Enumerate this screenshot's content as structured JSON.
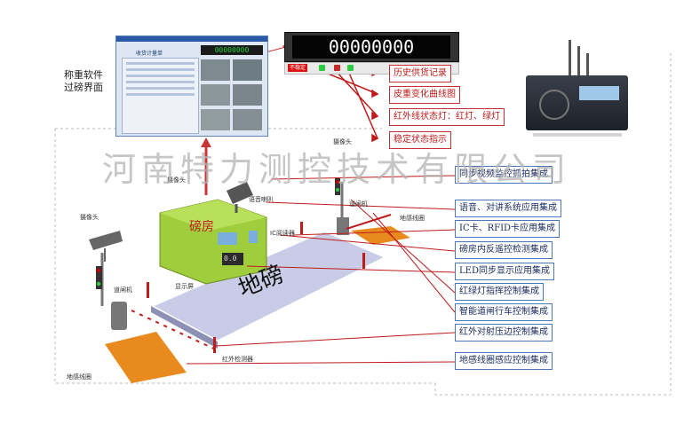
{
  "software_label": "称重软件\n过磅界面",
  "window_title": "收货计量单",
  "big_display": "00000000",
  "mini_display": "00000000",
  "toolbar_button": "不稳定",
  "red_features": [
    "历史供货记录",
    "皮重变化曲线图",
    "红外线状态灯：红灯、绿灯",
    "稳定状态指示"
  ],
  "watermark": "河南特力测控技术有限公司",
  "blue_features": [
    "同步视频监控抓拍集成",
    "语音、对讲系统应用集成",
    "IC卡、RFID卡应用集成",
    "磅房内反遥控检测集成",
    "LED同步显示应用集成",
    "红绿灯指挥控制集成",
    "智能道闸行车控制集成",
    "红外对射压边控制集成",
    "地感线圈感应控制集成"
  ],
  "scene_labels": {
    "booth": "磅房",
    "scale": "地磅",
    "booth_display": "0.0",
    "camera_top": "摄像头",
    "camera_left": "摄像头",
    "camera_booth": "摄像头",
    "speaker": "语音喇叭",
    "ic_reader": "IC阅读器",
    "barrier_right": "道闸机",
    "barrier_left": "道闸机",
    "loop_right": "地感线圈",
    "loop_left": "地感线圈",
    "display_screen": "显示屏",
    "infrared": "红外检测器"
  },
  "colors": {
    "red": "#c01b1b",
    "blue": "#1a2b5e",
    "booth": "#9fcd3c",
    "scale": "#c9cce6",
    "loop": "#e98a1f",
    "display_green": "#2ecc40"
  }
}
